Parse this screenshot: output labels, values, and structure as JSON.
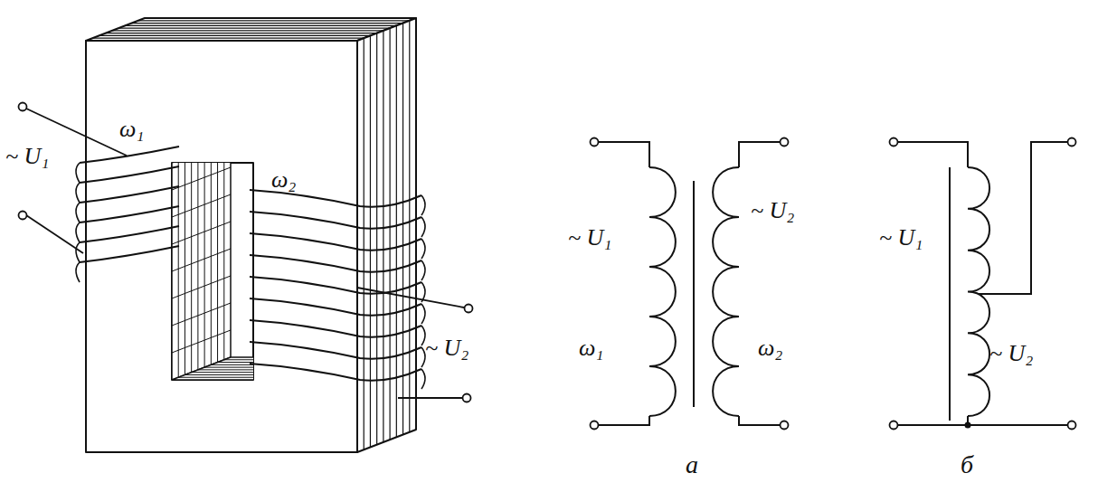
{
  "diagram": {
    "labels": [
      "~ U₁",
      "ω₁",
      "ω₂",
      "~ U₂",
      "~ U₁",
      "~ U₂",
      "ω₁",
      "ω₂",
      "а",
      "~ U₁",
      "~ U₂",
      "б"
    ]
  }
}
